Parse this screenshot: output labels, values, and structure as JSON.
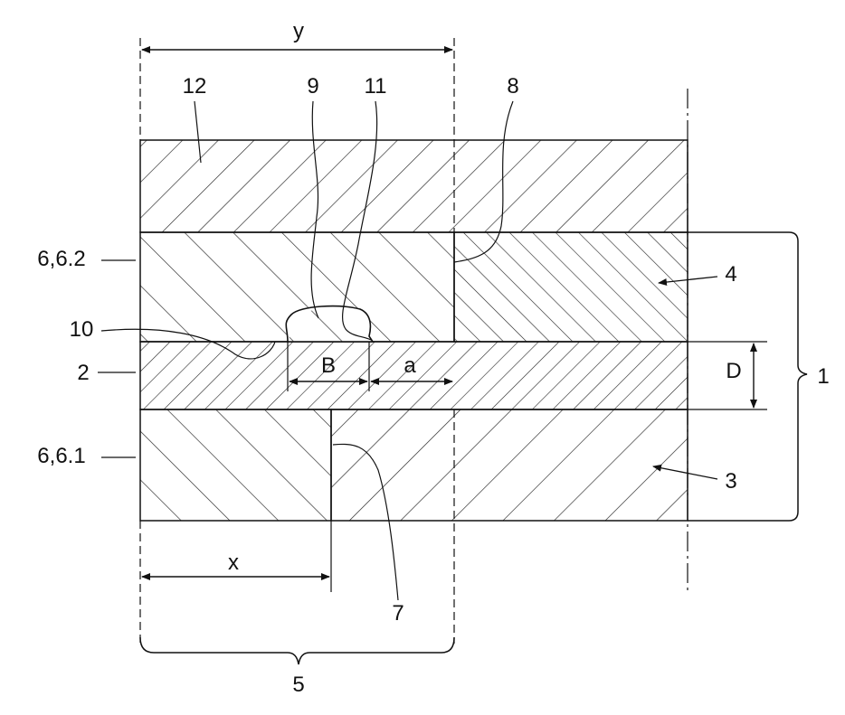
{
  "labels": {
    "dim_y": "y",
    "dim_x": "x",
    "dim_B": "B",
    "dim_a": "a",
    "dim_D": "D",
    "ref_12": "12",
    "ref_9": "9",
    "ref_11": "11",
    "ref_8": "8",
    "ref_6_2": "6,6.2",
    "ref_4": "4",
    "ref_10": "10",
    "ref_2": "2",
    "ref_1": "1",
    "ref_6_1": "6,6.1",
    "ref_3": "3",
    "ref_7": "7",
    "ref_5": "5"
  },
  "colors": {
    "ink": "#1a1a1a",
    "background": "#ffffff"
  }
}
